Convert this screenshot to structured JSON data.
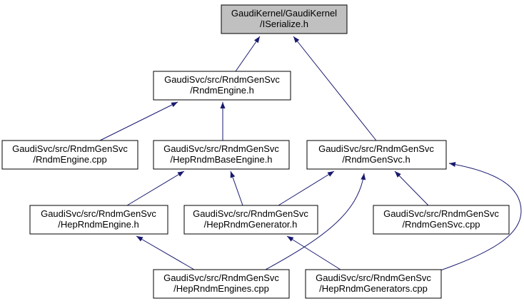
{
  "diagram": {
    "type": "include-dependency-graph",
    "colors": {
      "background": "#ffffff",
      "edge": "#191970",
      "node_border": "#000000",
      "node_fill": "#ffffff",
      "highlight_fill": "#c0c0c0",
      "text": "#000000"
    },
    "nodes": [
      {
        "id": "iserialize-h",
        "line1": "GaudiKernel/GaudiKernel",
        "line2": "/ISerialize.h",
        "highlighted": true
      },
      {
        "id": "rndmengine-h",
        "line1": "GaudiSvc/src/RndmGenSvc",
        "line2": "/RndmEngine.h",
        "highlighted": false
      },
      {
        "id": "rndmengine-cpp",
        "line1": "GaudiSvc/src/RndmGenSvc",
        "line2": "/RndmEngine.cpp",
        "highlighted": false
      },
      {
        "id": "heprndmbaseengine-h",
        "line1": "GaudiSvc/src/RndmGenSvc",
        "line2": "/HepRndmBaseEngine.h",
        "highlighted": false
      },
      {
        "id": "rndmgensvc-h",
        "line1": "GaudiSvc/src/RndmGenSvc",
        "line2": "/RndmGenSvc.h",
        "highlighted": false
      },
      {
        "id": "heprndmengine-h",
        "line1": "GaudiSvc/src/RndmGenSvc",
        "line2": "/HepRndmEngine.h",
        "highlighted": false
      },
      {
        "id": "heprndmgenerator-h",
        "line1": "GaudiSvc/src/RndmGenSvc",
        "line2": "/HepRndmGenerator.h",
        "highlighted": false
      },
      {
        "id": "rndmgensvc-cpp",
        "line1": "GaudiSvc/src/RndmGenSvc",
        "line2": "/RndmGenSvc.cpp",
        "highlighted": false
      },
      {
        "id": "heprndmengines-cpp",
        "line1": "GaudiSvc/src/RndmGenSvc",
        "line2": "/HepRndmEngines.cpp",
        "highlighted": false
      },
      {
        "id": "heprndmgenerators-cpp",
        "line1": "GaudiSvc/src/RndmGenSvc",
        "line2": "/HepRndmGenerators.cpp",
        "highlighted": false
      }
    ],
    "edges": [
      {
        "from": "rndmengine-h",
        "to": "iserialize-h"
      },
      {
        "from": "rndmgensvc-h",
        "to": "iserialize-h"
      },
      {
        "from": "rndmengine-cpp",
        "to": "rndmengine-h"
      },
      {
        "from": "heprndmbaseengine-h",
        "to": "rndmengine-h"
      },
      {
        "from": "heprndmengine-h",
        "to": "heprndmbaseengine-h"
      },
      {
        "from": "heprndmgenerator-h",
        "to": "heprndmbaseengine-h"
      },
      {
        "from": "heprndmgenerator-h",
        "to": "rndmgensvc-h"
      },
      {
        "from": "rndmgensvc-cpp",
        "to": "rndmgensvc-h"
      },
      {
        "from": "heprndmengines-cpp",
        "to": "heprndmengine-h"
      },
      {
        "from": "heprndmengines-cpp",
        "to": "rndmgensvc-h"
      },
      {
        "from": "heprndmgenerators-cpp",
        "to": "heprndmgenerator-h"
      },
      {
        "from": "heprndmgenerators-cpp",
        "to": "rndmgensvc-h"
      }
    ]
  }
}
